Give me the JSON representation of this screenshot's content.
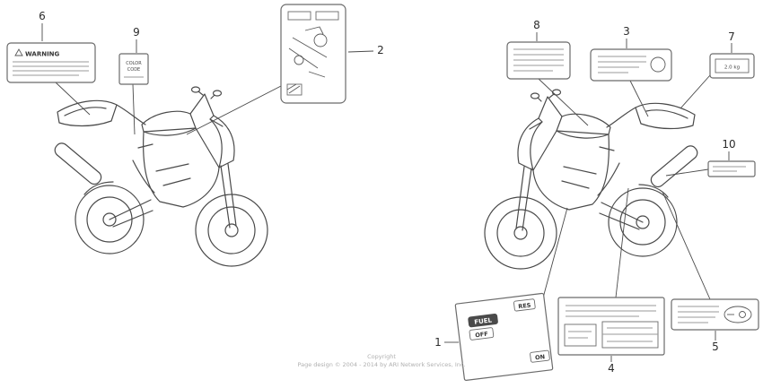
{
  "callouts": {
    "c1": "1",
    "c2": "2",
    "c3": "3",
    "c4": "4",
    "c5": "5",
    "c6": "6",
    "c7": "7",
    "c8": "8",
    "c9": "9",
    "c10": "10"
  },
  "labels": {
    "warning_label": {
      "heading": "WARNING"
    },
    "color_code_label": {
      "line1": "COLOR",
      "line2": "CODE"
    },
    "weight_label": {
      "value": "2.0 kg"
    },
    "fuel_valve_label": {
      "fuel": "FUEL",
      "off": "OFF",
      "res": "RES",
      "on": "ON"
    }
  },
  "footer": {
    "line1": "Copyright",
    "line2": "Page design © 2004 - 2014 by ARI Network Services, Inc."
  },
  "colors": {
    "ink": "#4a4a4a",
    "label_border": "#6b6b6b",
    "fine_print_line": "#9a9a9a",
    "footer_text": "#b0b0b0",
    "background": "#ffffff"
  }
}
